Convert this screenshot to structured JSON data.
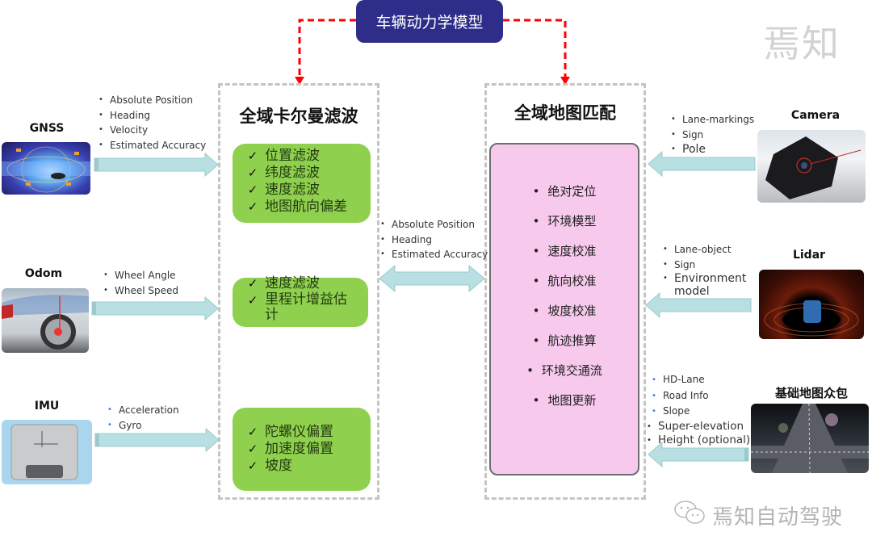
{
  "header": {
    "vehicle_dynamics_model": "车辆动力学模型",
    "watermark_top": "焉知"
  },
  "kalman_filter": {
    "title": "全域卡尔曼滤波",
    "gnss_group": [
      "位置滤波",
      "纬度滤波",
      "速度滤波",
      "地图航向偏差"
    ],
    "odom_group": [
      "速度滤波",
      "里程计增益估计"
    ],
    "imu_group": [
      "陀螺仪偏置",
      "加速度偏置",
      "坡度"
    ],
    "check_glyph": "✓"
  },
  "map_matching": {
    "title": "全域地图匹配",
    "items": [
      "绝对定位",
      "环境模型",
      "速度校准",
      "航向校准",
      "坡度校准",
      "航迹推算",
      "环境交通流",
      "地图更新"
    ]
  },
  "center_link": {
    "bullets": [
      "Absolute Position",
      "Heading",
      "Estimated Accuracy"
    ]
  },
  "sensors_left": [
    {
      "name": "GNSS",
      "icon": "satellite-globe-image",
      "bullets": [
        "Absolute Position",
        "Heading",
        "Velocity",
        "Estimated Accuracy"
      ]
    },
    {
      "name": "Odom",
      "icon": "car-wheel-image",
      "bullets": [
        "Wheel Angle",
        "Wheel Speed"
      ]
    },
    {
      "name": "IMU",
      "icon": "imu-device-image",
      "bullets": [
        "Acceleration",
        "Gyro"
      ]
    }
  ],
  "sensors_right": [
    {
      "name": "Camera",
      "icon": "camera-image",
      "bullets": [
        "Lane-markings",
        "Sign",
        "Pole"
      ]
    },
    {
      "name": "Lidar",
      "icon": "lidar-pointcloud-image",
      "bullets": [
        "Lane-object",
        "Sign",
        "Environment model"
      ]
    },
    {
      "name": "基础地图众包",
      "icon": "hd-map-image",
      "bullets": [
        "HD-Lane",
        "Road Info",
        "Slope",
        "Super-elevation",
        "Height (optional)"
      ]
    }
  ],
  "footer": {
    "brand": "焉知自动驾驶",
    "icon": "wechat-icon"
  },
  "colors": {
    "vdm_box": "#2e2e8a",
    "feedback_arrow": "#ff0000",
    "green_card": "#8fd14f",
    "pink_card": "#f7c9ed",
    "flow_arrow": "#b8e0e2",
    "dashed_border": "#c4c4c4"
  }
}
